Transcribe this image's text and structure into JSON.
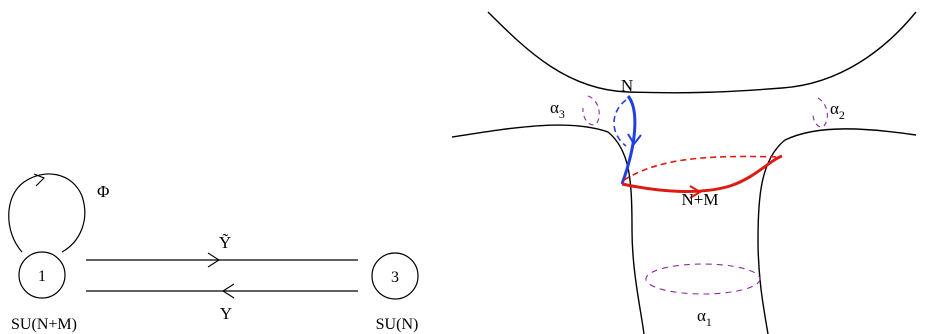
{
  "quiver": {
    "nodes": [
      {
        "id": "1",
        "label": "1",
        "group": "SU(N+M)"
      },
      {
        "id": "3",
        "label": "3",
        "group": "SU(N)"
      }
    ],
    "adjoint_field": "Φ",
    "arrows": [
      {
        "from": "1",
        "to": "3",
        "label": "Ỹ"
      },
      {
        "from": "3",
        "to": "1",
        "label": "Y"
      }
    ]
  },
  "surface": {
    "cycle_labels": {
      "alpha1": {
        "base": "α",
        "sub": "1"
      },
      "alpha2": {
        "base": "α",
        "sub": "2"
      },
      "alpha3": {
        "base": "α",
        "sub": "3"
      }
    },
    "brane_labels": {
      "blue": "N",
      "red": "N+M"
    },
    "colors": {
      "outline": "#000000",
      "blue_brane": "#1f3fe0",
      "red_brane": "#e01a10",
      "cycle": "#8e2a9e"
    }
  }
}
